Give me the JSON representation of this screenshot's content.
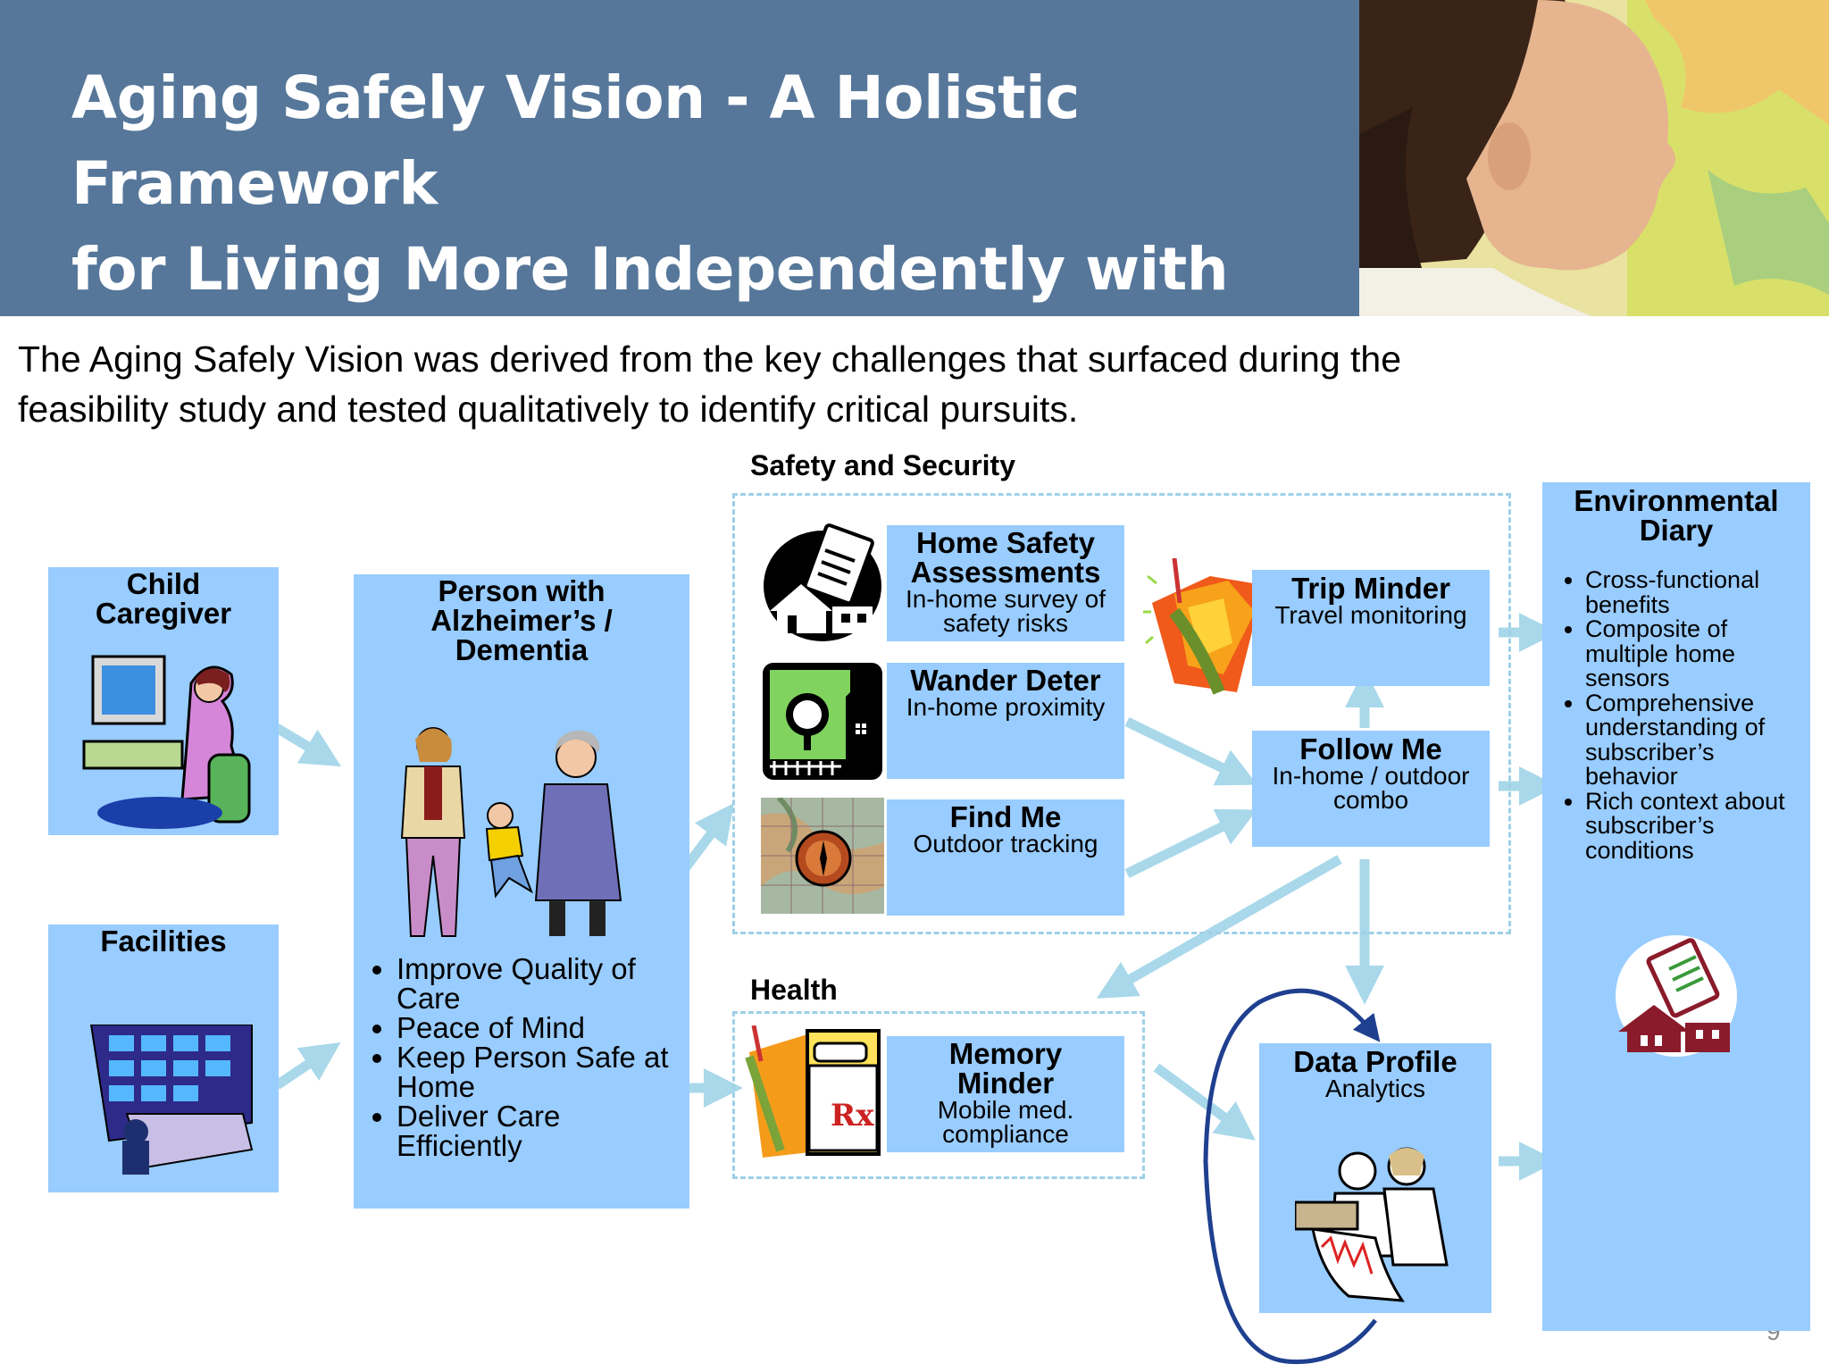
{
  "header": {
    "title_line1": "Aging Safely Vision -  A Holistic Framework",
    "title_line2": "for Living More Independently with",
    "title_line3": "Dementia"
  },
  "intro": {
    "line1": "The Aging Safely Vision was derived from the key challenges that surfaced during the",
    "line2": "feasibility study and tested qualitatively to identify critical pursuits."
  },
  "stakeholders": {
    "child_caregiver": {
      "line1": "Child",
      "line2": "Caregiver"
    },
    "facilities": {
      "title": "Facilities"
    }
  },
  "person": {
    "line1": "Person with",
    "line2": "Alzheimer’s /",
    "line3": "Dementia",
    "bullets": [
      {
        "l1": "Improve Quality of",
        "l2": "Care"
      },
      {
        "l1": "Peace of Mind",
        "l2": ""
      },
      {
        "l1": "Keep Person Safe at",
        "l2": "Home"
      },
      {
        "l1": "Deliver Care",
        "l2": "Efficiently"
      }
    ]
  },
  "sections": {
    "safety": "Safety and Security",
    "health": "Health"
  },
  "services": {
    "home_safety": {
      "t1": "Home Safety",
      "t2": "Assessments",
      "s1": "In-home survey of",
      "s2": "safety risks"
    },
    "wander_deter": {
      "title": "Wander Deter",
      "sub": "In-home proximity"
    },
    "find_me": {
      "title": "Find Me",
      "sub": "Outdoor tracking"
    },
    "memory_minder": {
      "t1": "Memory",
      "t2": "Minder",
      "s1": "Mobile med.",
      "s2": "compliance"
    },
    "trip_minder": {
      "title": "Trip Minder",
      "sub": "Travel monitoring"
    },
    "follow_me": {
      "title": "Follow Me",
      "s1": "In-home / outdoor",
      "s2": "combo"
    },
    "data_profile": {
      "title": "Data Profile",
      "sub": "Analytics"
    }
  },
  "env_diary": {
    "line1": "Environmental",
    "line2": "Diary",
    "bullets": [
      [
        "Cross-functional",
        "benefits"
      ],
      [
        "Composite of",
        "multiple home",
        "sensors"
      ],
      [
        "Comprehensive",
        "understanding of",
        "subscriber’s",
        "behavior"
      ],
      [
        "Rich context about",
        "subscriber’s",
        "conditions"
      ]
    ]
  },
  "page_number": "9",
  "colors": {
    "header": "#56779a",
    "box": "#99ccff",
    "arrow": "#a8d8ea",
    "loop": "#1f3f8f"
  },
  "icons": [
    "computer-woman-icon",
    "control-room-icon",
    "family-walk-icon",
    "clipboard-house-icon",
    "tree-house-icon",
    "compass-map-icon",
    "medicine-bottle-icon",
    "travel-kite-icon",
    "scientists-chart-icon",
    "diary-house-icon"
  ]
}
